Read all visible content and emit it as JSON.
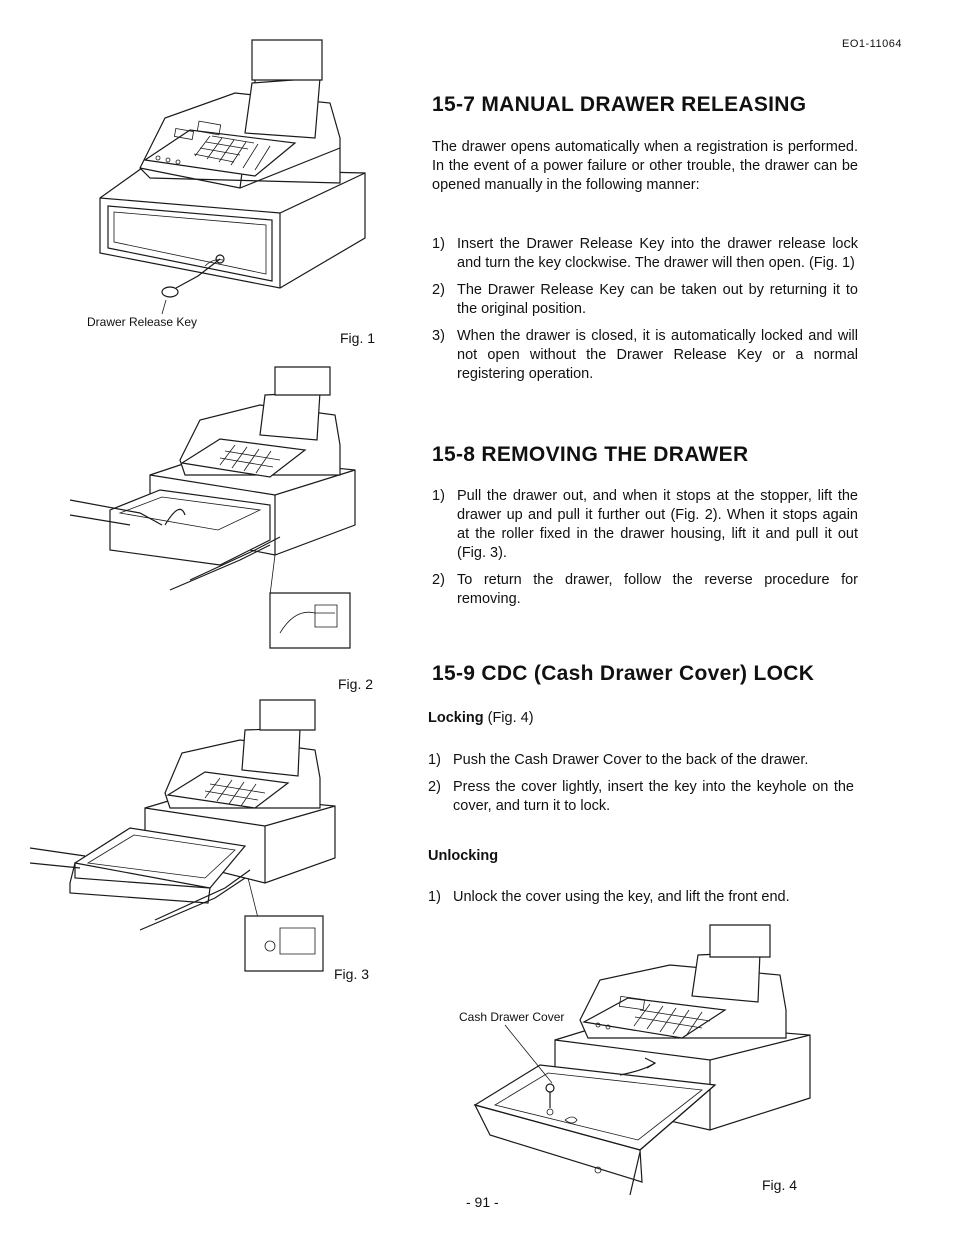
{
  "doc_id": "EO1-11064",
  "page_number": "- 91 -",
  "sections": {
    "s157": {
      "heading": "15-7 MANUAL DRAWER RELEASING",
      "intro": "The drawer opens automatically when a registration is performed. In the event of a power failure or other trouble, the drawer can be opened manually in the following manner:",
      "items": [
        {
          "num": "1)",
          "text": "Insert the Drawer Release Key into the drawer release lock and turn the key clockwise. The drawer will then open. (Fig. 1)"
        },
        {
          "num": "2)",
          "text": "The Drawer Release Key can be taken out by returning it to the original position."
        },
        {
          "num": "3)",
          "text": "When the drawer is closed, it is automatically locked and will not open without the Drawer Release Key or a normal registering operation."
        }
      ]
    },
    "s158": {
      "heading": "15-8 REMOVING THE DRAWER",
      "items": [
        {
          "num": "1)",
          "text": "Pull the drawer out, and when it stops at the stopper, lift the drawer up and pull it further out (Fig. 2). When it stops again at the roller fixed in the drawer housing, lift it and pull it out (Fig. 3)."
        },
        {
          "num": "2)",
          "text": "To return the drawer, follow the reverse procedure for removing."
        }
      ]
    },
    "s159": {
      "heading": "15-9 CDC (Cash Drawer Cover) LOCK",
      "locking_label": "Locking",
      "locking_ref": " (Fig. 4)",
      "locking_items": [
        {
          "num": "1)",
          "text": "Push the Cash Drawer Cover to the back of the drawer."
        },
        {
          "num": "2)",
          "text": "Press the cover lightly, insert the key into the keyhole on the cover, and turn it to lock."
        }
      ],
      "unlocking_label": "Unlocking",
      "unlocking_items": [
        {
          "num": "1)",
          "text": "Unlock the cover using the key, and lift the front end."
        }
      ]
    }
  },
  "figures": {
    "fig1": {
      "label": "Fig. 1",
      "callout": "Drawer Release Key"
    },
    "fig2": {
      "label": "Fig. 2"
    },
    "fig3": {
      "label": "Fig. 3"
    },
    "fig4": {
      "label": "Fig. 4",
      "callout": "Cash Drawer Cover"
    }
  }
}
